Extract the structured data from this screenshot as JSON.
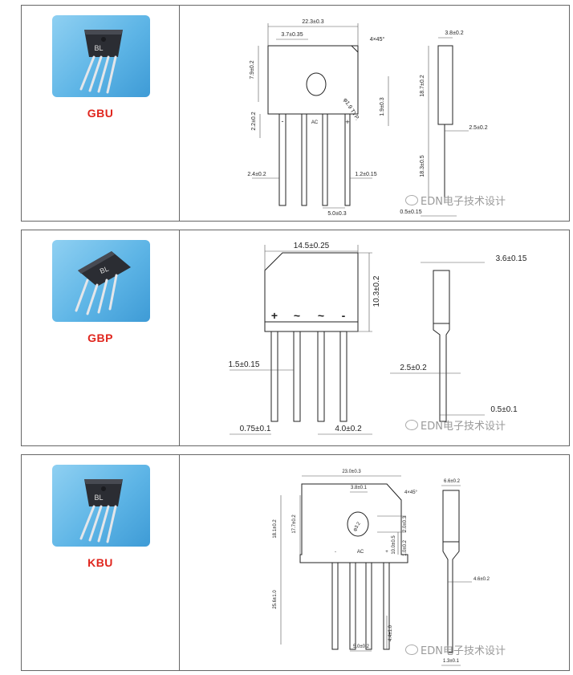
{
  "packages": [
    {
      "id": "gbu",
      "name": "GBU",
      "chip_mark": "BL",
      "pin_marks": [
        "-",
        "AC",
        "+"
      ],
      "dims": {
        "width": "22.3±0.3",
        "pin_pitch": "3.7±0.35",
        "chamfer": "4×45°",
        "top_height": "7.9±0.2",
        "hole": "φ1.9 TYP.",
        "hole_offset": "1.9±0.3",
        "shoulder": "2.2±0.2",
        "lead_wide": "2.4±0.2",
        "lead_narrow": "1.2±0.15",
        "pitch2": "5.0±0.3",
        "thickness": "3.8±0.2",
        "body_height": "18.7±0.2",
        "lead_step": "2.5±0.2",
        "lead_length": "18.3±0.5",
        "lead_thick": "0.5±0.15"
      }
    },
    {
      "id": "gbp",
      "name": "GBP",
      "chip_mark": "BL",
      "pin_marks": [
        "+",
        "~",
        "~",
        "-"
      ],
      "dims": {
        "width": "14.5±0.25",
        "height": "10.3±0.2",
        "lead_width": "1.5±0.15",
        "lead_thick_side": "0.75±0.1",
        "pitch": "4.0±0.2",
        "thickness": "3.6±0.15",
        "lead_step": "2.5±0.2",
        "lead_thick": "0.5±0.1"
      }
    },
    {
      "id": "kbu",
      "name": "KBU",
      "chip_mark": "BL",
      "pin_marks": [
        "-",
        "AC",
        "+"
      ],
      "dims": {
        "width": "23.0±0.3",
        "hole_pitch": "3.8±0.1",
        "chamfer": "4×45°",
        "total_height": "18.1±0.2",
        "top_height": "17.7±0.2",
        "hole_offset": "2.0±0.3",
        "hole": "φ3.2",
        "body_height": "10.0±0.5",
        "shoulder": "1.0±0.2",
        "lead_length": "25.6±1.0",
        "pitch": "5.0±0.2",
        "lead_span": "4.4±1.0",
        "thickness": "6.6±0.2",
        "lead_step": "4.6±0.2",
        "lead_thick": "1.3±0.1"
      }
    }
  ],
  "watermark": "EDN电子技术设计"
}
